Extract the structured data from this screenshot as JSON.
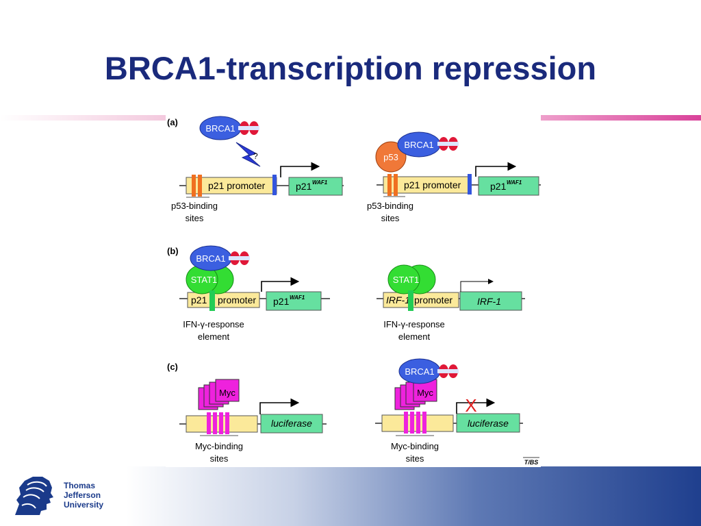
{
  "slide": {
    "title": "BRCA1-transcription repression"
  },
  "figure": {
    "panels": {
      "a": {
        "label": "(a)"
      },
      "b": {
        "label": "(b)"
      },
      "c": {
        "label": "(c)"
      }
    },
    "labels": {
      "brca1": "BRCA1",
      "p53": "p53",
      "stat1": "STAT1",
      "myc": "Myc",
      "question": "?",
      "p21_promoter": "p21 promoter",
      "p21_split": "p21",
      "promoter_split": "promoter",
      "irf1_promoter": "IRF-1",
      "p21_gene": "p21",
      "waf1": "WAF1",
      "irf1_gene": "IRF-1",
      "luciferase": "luciferase",
      "p53_sites_line1": "p53-binding",
      "p53_sites_line2": "sites",
      "ifn_line1": "IFN-γ-response",
      "ifn_line2": "element",
      "myc_sites_line1": "Myc-binding",
      "myc_sites_line2": "sites",
      "repress_mark": "X",
      "credit": "T/BS"
    },
    "colors": {
      "brca1": "#3b5fe0",
      "p53": "#f07838",
      "stat1": "#33dd33",
      "myc": "#ee22dd",
      "promoter": "#fbe99a",
      "gene": "#66e0a0",
      "p53_site": "#f07020",
      "tata": "#3355dd",
      "ifn_element": "#22cc55",
      "repress": "#e02020"
    }
  },
  "university": {
    "line1": "Thomas",
    "line2": "Jefferson",
    "line3": "University"
  }
}
